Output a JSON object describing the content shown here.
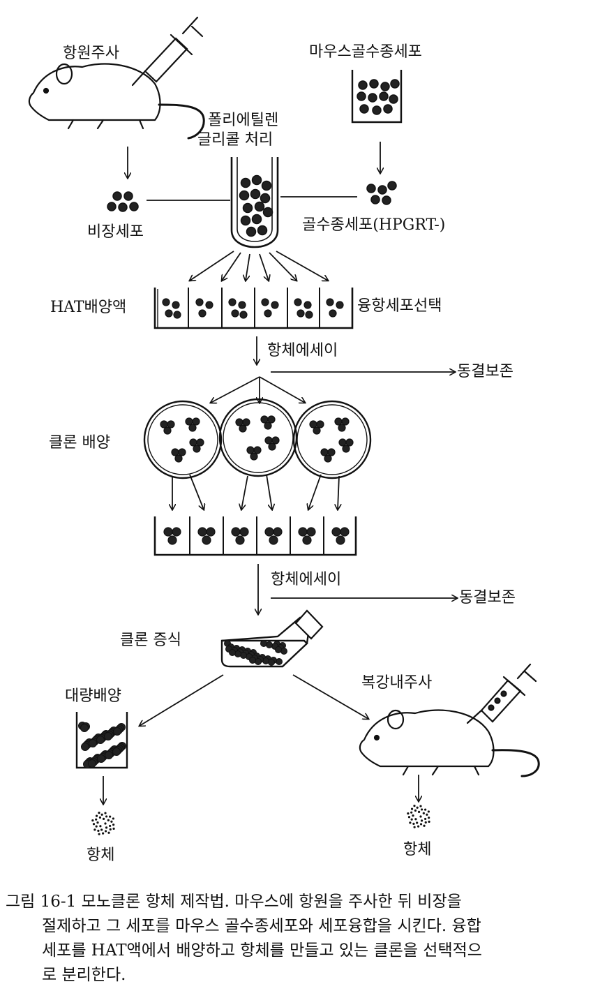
{
  "labels": {
    "antigen_injection": "항원주사",
    "myeloma_cells": "마우스골수종세포",
    "peg_line1": "폴리에틸렌",
    "peg_line2": "글리콜 처리",
    "spleen_cells": "비장세포",
    "myeloma_hpgrt": "골수종세포(HPGRT-)",
    "hat_medium": "HAT배양액",
    "fusion_selection": "융항세포선택",
    "antibody_assay_1": "항체에세이",
    "cryopreservation_1": "동결보존",
    "clone_culture": "클론 배양",
    "antibody_assay_2": "항체에세이",
    "cryopreservation_2": "동결보존",
    "clone_expansion": "클론 증식",
    "mass_culture": "대량배양",
    "intraperitoneal_injection": "복강내주사",
    "antibody_left": "항체",
    "antibody_right": "항체"
  },
  "caption": {
    "line1": "그림 16-1 모노클론 항체 제작법. 마우스에 항원을 주사한 뒤 비장을",
    "line2": "절제하고 그 세포를 마우스 골수종세포와 세포융합을 시킨다. 융합",
    "line3": "세포를 HAT액에서 배양하고 항체를 만들고 있는 클론을 선택적으",
    "line4": "로 분리한다."
  },
  "colors": {
    "ink": "#111111",
    "background": "#ffffff"
  }
}
